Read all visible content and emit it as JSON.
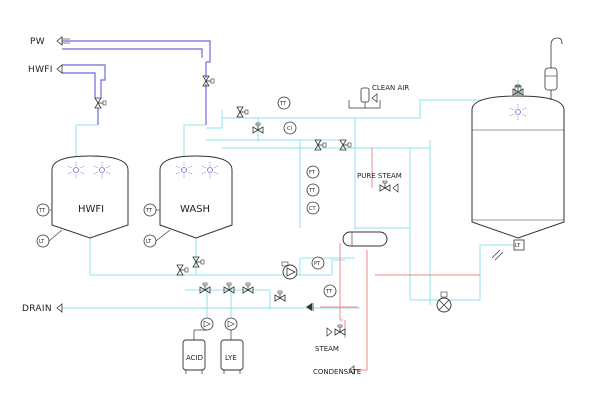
{
  "colors": {
    "water": "#8fe3ea",
    "purified": "#6b6cd8",
    "steam": "#f08a8a",
    "equipment": "#333333",
    "spray": "#6b6cd8"
  },
  "headers": {
    "pw": "PW",
    "hwfi": "HWFI",
    "drain": "DRAIN"
  },
  "tanks": {
    "hwfi": {
      "label": "HWFI",
      "temp": "TT",
      "level": "LT"
    },
    "wash": {
      "label": "WASH",
      "temp": "TT",
      "level": "LT"
    }
  },
  "labels": {
    "clean_air": "CLEAN AIR",
    "pure_steam": "PURE STEAM",
    "steam": "STEAM",
    "condensate": "CONDENSATE",
    "acid": "ACID",
    "lye": "LYE"
  },
  "instruments": {
    "tt_top": "TT",
    "ci": "CI",
    "ft": "FT",
    "tt_mid": "TT",
    "ct": "CT",
    "pt": "PT",
    "tt_ret": "TT",
    "lt_vessel": "LT"
  },
  "icons": [
    "valve-icon",
    "pump-icon",
    "spray-ball-icon",
    "filter-icon",
    "arrow-icon"
  ]
}
